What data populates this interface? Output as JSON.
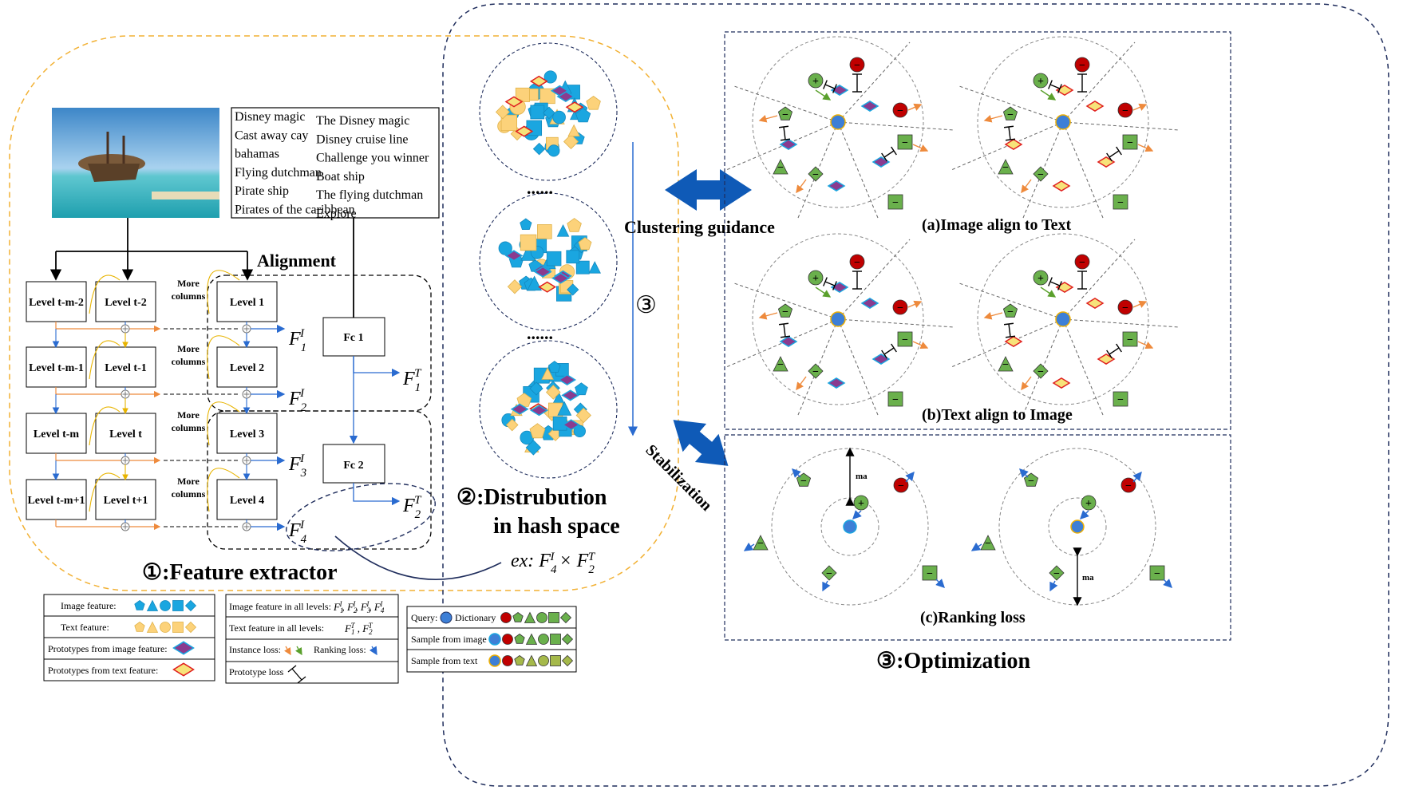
{
  "extractor": {
    "levels_left": [
      "Level t-m-2",
      "Level t-m-1",
      "Level t-m",
      "Level t-m+1"
    ],
    "levels_mid": [
      "Level t-2",
      "Level t-1",
      "Level t",
      "Level t+1"
    ],
    "levels_right": [
      "Level 1",
      "Level 2",
      "Level 3",
      "Level 4"
    ],
    "more_columns": "More\ncolumns",
    "fc1": "Fc 1",
    "fc2": "Fc 2",
    "alignment": "Alignment",
    "title": "①:Feature extractor"
  },
  "text_tags": [
    [
      "Disney magic",
      "The Disney magic"
    ],
    [
      "Cast away cay",
      "Disney cruise line"
    ],
    [
      "bahamas",
      "Challenge you winner"
    ],
    [
      "Flying dutchman",
      "Boat    ship"
    ],
    [
      "Pirate ship",
      "The flying dutchman"
    ],
    [
      "Pirates of the caribbean",
      "Explore"
    ]
  ],
  "hash": {
    "dots": "......",
    "step": "③",
    "title_line1": "②:Distrubution",
    "title_line2": "in hash space",
    "example": "ex: F4I × F2T"
  },
  "arrows": {
    "clustering": "Clustering guidance",
    "stabilization": "Stabilization"
  },
  "panels": {
    "a": "(a)Image align to Text",
    "b": "(b)Text align to Image",
    "c": "(c)Ranking loss",
    "ma": "ma",
    "optimization": "③:Optimization"
  },
  "legend1": {
    "image_feature": "Image feature:",
    "text_feature": "Text feature:",
    "proto_image": "Prototypes from image feature:",
    "proto_text": "Prototypes from text feature:"
  },
  "legend2": {
    "image_all": "Image feature in all levels:",
    "text_all": "Text feature in all levels:",
    "instance_loss": "Instance loss:",
    "ranking_loss": "Ranking loss:",
    "prototype_loss": "Prototype loss"
  },
  "legend3": {
    "query": "Query:",
    "dictionary": "Dictionary",
    "sample_image": "Sample from image",
    "sample_text": "Sample from text"
  },
  "colors": {
    "blue": "#1aa6e0",
    "yellow": "#fcd27a",
    "green": "#6ab04c",
    "red": "#c00000",
    "arrow_blue": "#1f5fbf",
    "orange": "#f4a460",
    "dash_orange": "#f2b134",
    "dash_navy": "#1f2d5c"
  }
}
